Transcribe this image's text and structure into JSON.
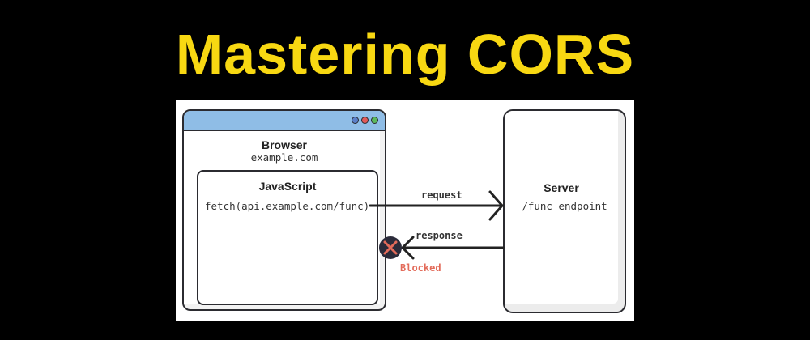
{
  "title": "Mastering CORS",
  "browser": {
    "label": "Browser",
    "origin": "example.com",
    "dot_colors": [
      "#5b7fc7",
      "#e05a5a",
      "#5cb85c"
    ]
  },
  "javascript": {
    "label": "JavaScript",
    "code": "fetch(api.example.com/func)"
  },
  "server": {
    "label": "Server",
    "endpoint": "/func endpoint"
  },
  "arrows": {
    "request": "request",
    "response": "response"
  },
  "blocked": {
    "label": "Blocked",
    "color": "#e36b5a"
  }
}
